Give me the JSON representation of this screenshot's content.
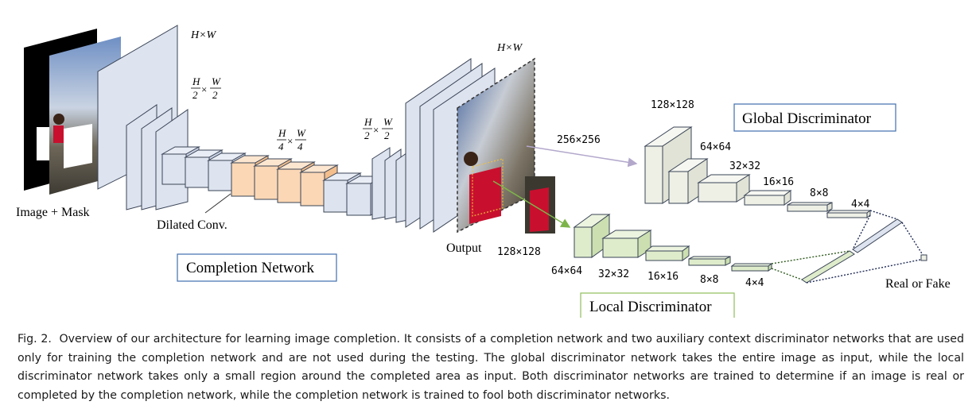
{
  "input_label": "Image + Mask",
  "dilated_label": "Dilated Conv.",
  "output_label": "Output",
  "completion_network_label": "Completion Network",
  "global_discriminator_label": "Global Discriminator",
  "local_discriminator_label": "Local Discriminator",
  "real_or_fake_label": "Real or Fake",
  "completion_sizes": {
    "full_input": "H×W",
    "half_enc_num": "H",
    "half_enc_den": "2",
    "half_enc_num2": "W",
    "half_enc_den2": "2",
    "quarter_num": "H",
    "quarter_den": "4",
    "quarter_num2": "W",
    "quarter_den2": "4",
    "half_dec_num": "H",
    "half_dec_den": "2",
    "half_dec_num2": "W",
    "half_dec_den2": "2",
    "full_output": "H×W"
  },
  "times": "×",
  "global_sizes": [
    "256×256",
    "128×128",
    "64×64",
    "32×32",
    "16×16",
    "8×8",
    "4×4"
  ],
  "local_sizes": [
    "128×128",
    "64×64",
    "32×32",
    "16×16",
    "8×8",
    "4×4"
  ],
  "caption": {
    "label": "Fig. 2.",
    "text": "Overview of our architecture for learning image completion. It consists of a completion network and two auxiliary context discriminator networks that are used only for training the completion network and are not used during the testing. The global discriminator network takes the entire image as input, while the local discriminator network takes only a small region around the completed area as input. Both discriminator networks are trained to determine if an image is real or completed by the completion network, while the completion network is trained to fool both discriminator networks."
  },
  "colors": {
    "completion_block": "#dde3ef",
    "dilated_block": "#fbd7b5",
    "global_block": "#eef0e6",
    "local_block": "#dfeccb",
    "label_box_blue": "#3f6fae",
    "global_arrow": "#b3a8cc",
    "local_arrow": "#7db44a"
  }
}
